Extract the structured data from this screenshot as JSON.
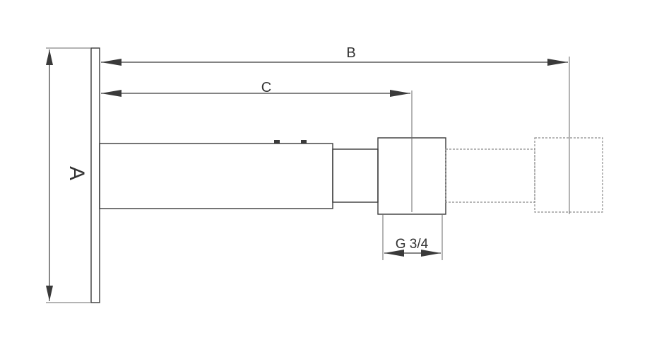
{
  "labels": {
    "a": "A",
    "b": "B",
    "c": "C",
    "g": "G 3/4"
  },
  "colors": {
    "line": "#3a3a3a",
    "dashed": "#8a8a8a",
    "text": "#333333",
    "background": "#ffffff"
  }
}
